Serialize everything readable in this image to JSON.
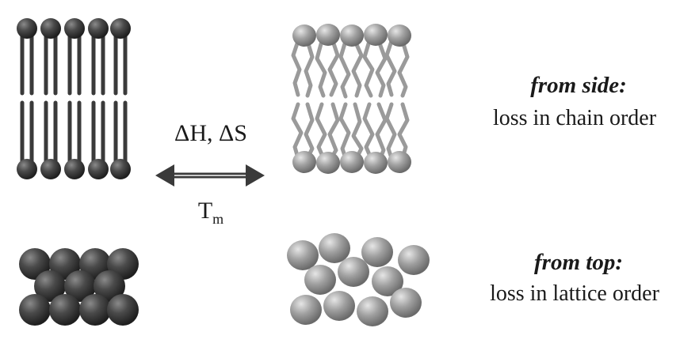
{
  "thermo": {
    "enthalpy_entropy": "ΔH, ΔS",
    "transition_temp_main": "T",
    "transition_temp_sub": "m"
  },
  "side_view": {
    "heading": "from side:",
    "caption": "loss in chain order"
  },
  "top_view": {
    "heading": "from top:",
    "caption": "loss in lattice order"
  },
  "colors": {
    "ordered_phase": "#4a4a4a",
    "disordered_phase": "#9a9a9a",
    "arrow": "#666666"
  }
}
